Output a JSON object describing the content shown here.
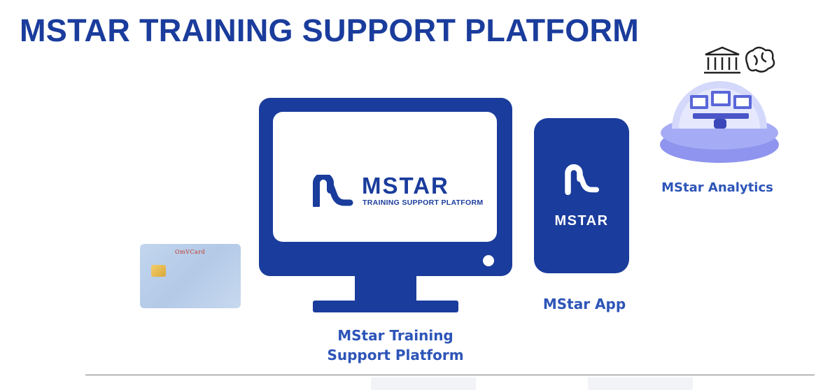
{
  "page": {
    "title": "MSTAR TRAINING SUPPORT PLATFORM"
  },
  "monitor": {
    "logo_word": "MSTAR",
    "logo_subtitle": "TRAINING SUPPORT PLATFORM",
    "caption_line1": "MStar Training",
    "caption_line2": "Support Platform"
  },
  "phone": {
    "logo_word": "MSTAR",
    "caption": "MStar App"
  },
  "analytics": {
    "caption": "MStar Analytics",
    "icons": [
      "bank-icon",
      "brain-icon"
    ]
  },
  "card": {
    "brand": "OmVCard"
  },
  "colors": {
    "brand_blue": "#1a3c9c",
    "caption_blue": "#2d55b8",
    "dome_purple": "#8f94ee"
  }
}
